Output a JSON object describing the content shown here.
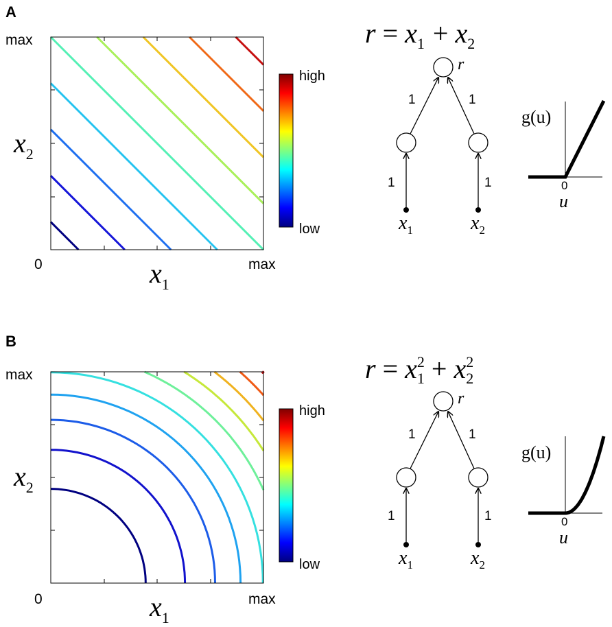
{
  "panels": [
    {
      "letter": "A",
      "equation": {
        "r": "r",
        "eq": "=",
        "x1": "x",
        "sub1": "1",
        "plus": "+",
        "x2": "x",
        "sub2": "2",
        "sup": ""
      },
      "contour": {
        "tick_max_y": "max",
        "tick_zero": "0",
        "tick_max_x": "max",
        "xlabel_var": "x",
        "xlabel_sub": "1",
        "ylabel_var": "x",
        "ylabel_sub": "2"
      },
      "colorbar": {
        "high": "high",
        "low": "low"
      },
      "network": {
        "output": "r",
        "top_weight_left": "1",
        "top_weight_right": "1",
        "bottom_weight_left": "1",
        "bottom_weight_right": "1",
        "input1_var": "x",
        "input1_sub": "1",
        "input2_var": "x",
        "input2_sub": "2"
      },
      "activation": {
        "label": "g(u)",
        "zero": "0",
        "xvar": "u",
        "shape": "linear-rectified"
      }
    },
    {
      "letter": "B",
      "equation": {
        "r": "r",
        "eq": "=",
        "x1": "x",
        "sub1": "1",
        "plus": "+",
        "x2": "x",
        "sub2": "2",
        "sup": "2"
      },
      "contour": {
        "tick_max_y": "max",
        "tick_zero": "0",
        "tick_max_x": "max",
        "xlabel_var": "x",
        "xlabel_sub": "1",
        "ylabel_var": "x",
        "ylabel_sub": "2"
      },
      "colorbar": {
        "high": "high",
        "low": "low"
      },
      "network": {
        "output": "r",
        "top_weight_left": "1",
        "top_weight_right": "1",
        "bottom_weight_left": "1",
        "bottom_weight_right": "1",
        "input1_var": "x",
        "input1_sub": "1",
        "input2_var": "x",
        "input2_sub": "2"
      },
      "activation": {
        "label": "g(u)",
        "zero": "0",
        "xvar": "u",
        "shape": "quadratic-rectified"
      }
    }
  ],
  "contour_colors": {
    "A": [
      "#000080",
      "#1515d8",
      "#1e6ff0",
      "#25c3f0",
      "#55f0b5",
      "#a9f05a",
      "#f0c525",
      "#f06a18",
      "#c61010"
    ],
    "B": [
      "#000080",
      "#1212cc",
      "#1c5ce8",
      "#1fa2f0",
      "#35e0e0",
      "#6ef09a",
      "#c6e83a",
      "#f0b21f",
      "#f05a15",
      "#c81010"
    ]
  },
  "colormap": [
    "#800000",
    "#ff0000",
    "#ff8000",
    "#ffff00",
    "#80ff80",
    "#00ffff",
    "#0080ff",
    "#0000ff",
    "#000080"
  ]
}
